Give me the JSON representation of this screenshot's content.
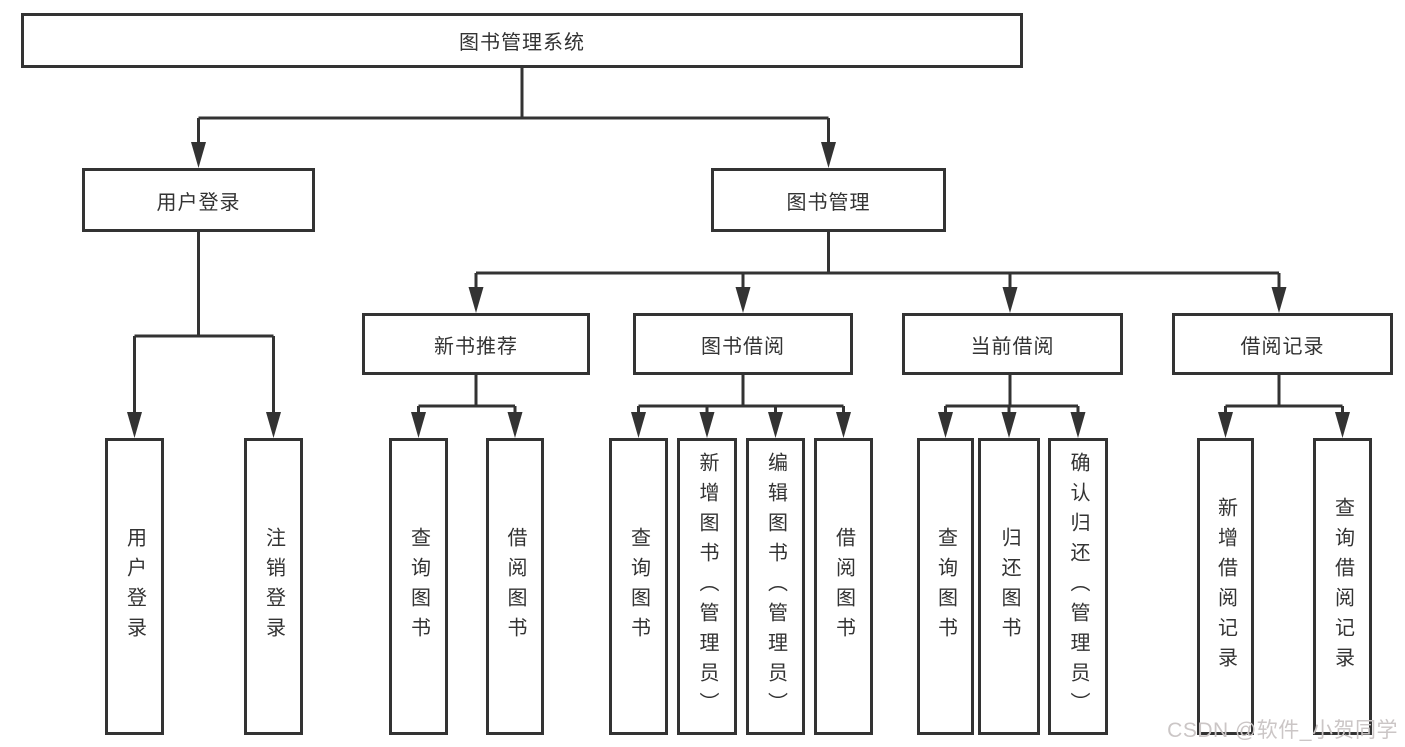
{
  "diagram": {
    "root": {
      "label": "图书管理系统"
    },
    "level2": [
      {
        "id": "user-login",
        "label": "用户登录"
      },
      {
        "id": "book-management",
        "label": "图书管理"
      }
    ],
    "level3": [
      {
        "id": "new-book-recommend",
        "label": "新书推荐",
        "parent": "图书管理"
      },
      {
        "id": "book-borrowing",
        "label": "图书借阅",
        "parent": "图书管理"
      },
      {
        "id": "current-borrowing",
        "label": "当前借阅",
        "parent": "图书管理"
      },
      {
        "id": "borrowing-records",
        "label": "借阅记录",
        "parent": "图书管理"
      }
    ],
    "leaves": [
      {
        "group": "用户登录",
        "label": "用户登录"
      },
      {
        "group": "用户登录",
        "label": "注销登录"
      },
      {
        "group": "新书推荐",
        "label": "查询图书"
      },
      {
        "group": "新书推荐",
        "label": "借阅图书"
      },
      {
        "group": "图书借阅",
        "label": "查询图书"
      },
      {
        "group": "图书借阅",
        "label": "新增图书（管理员）"
      },
      {
        "group": "图书借阅",
        "label": "编辑图书（管理员）"
      },
      {
        "group": "图书借阅",
        "label": "借阅图书"
      },
      {
        "group": "当前借阅",
        "label": "查询图书"
      },
      {
        "group": "当前借阅",
        "label": "归还图书"
      },
      {
        "group": "当前借阅",
        "label": "确认归还（管理员）"
      },
      {
        "group": "借阅记录",
        "label": "新增借阅记录"
      },
      {
        "group": "借阅记录",
        "label": "查询借阅记录"
      }
    ]
  },
  "watermark": {
    "text": "CSDN @软件_小贺同学"
  },
  "colors": {
    "line": "#333333",
    "box_border": "#333333",
    "text": "#333333",
    "watermark": "#cbc6c6",
    "background": "#ffffff"
  }
}
